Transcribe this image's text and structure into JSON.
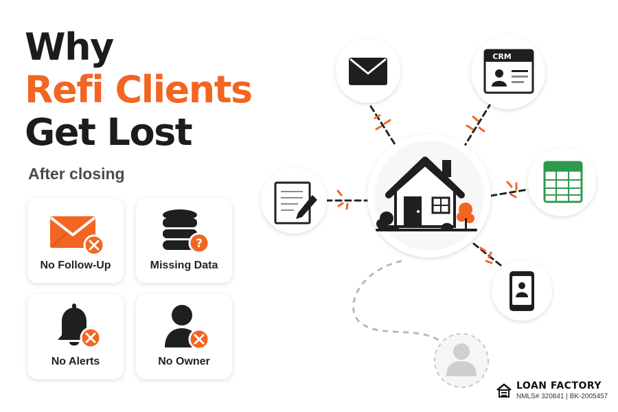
{
  "title": {
    "line1": "Why",
    "line2": "Refi Clients",
    "line3": "Get Lost"
  },
  "subtitle": "After closing",
  "cards": [
    {
      "label": "No Follow-Up",
      "icon": "envelope-error-icon"
    },
    {
      "label": "Missing Data",
      "icon": "database-question-icon"
    },
    {
      "label": "No Alerts",
      "icon": "bell-error-icon"
    },
    {
      "label": "No Owner",
      "icon": "person-error-icon"
    }
  ],
  "diagram": {
    "center_icon": "house-icon",
    "nodes": [
      {
        "name": "email",
        "icon": "envelope-icon"
      },
      {
        "name": "crm",
        "icon": "crm-card-icon",
        "label": "CRM"
      },
      {
        "name": "spreadsheet",
        "icon": "spreadsheet-icon"
      },
      {
        "name": "notes",
        "icon": "document-pen-icon"
      },
      {
        "name": "mobile",
        "icon": "smartphone-icon"
      },
      {
        "name": "client",
        "icon": "person-placeholder-icon"
      }
    ]
  },
  "brand": {
    "name": "LOAN FACTORY",
    "registration": "NMLS# 320841 | BK-2005457"
  },
  "colors": {
    "accent": "#f26522",
    "text": "#1c1c1c",
    "green": "#2e9a4e"
  }
}
